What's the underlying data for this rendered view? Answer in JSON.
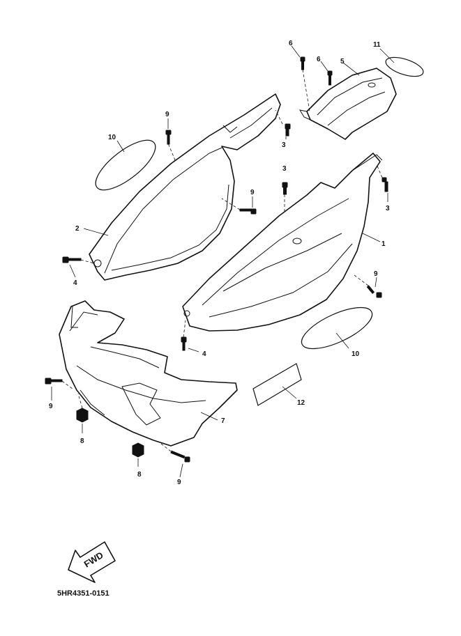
{
  "diagram": {
    "part_code": "5HR4351-0151",
    "fwd_label": "FWD",
    "callouts": {
      "c1": "1",
      "c2": "2",
      "c3a": "3",
      "c3b": "3",
      "c3c": "3",
      "c4a": "4",
      "c4b": "4",
      "c5": "5",
      "c6a": "6",
      "c6b": "6",
      "c7": "7",
      "c8a": "8",
      "c8b": "8",
      "c9a": "9",
      "c9b": "9",
      "c9c": "9",
      "c9d": "9",
      "c9e": "9",
      "c10a": "10",
      "c10b": "10",
      "c11": "11",
      "c12": "12"
    }
  }
}
